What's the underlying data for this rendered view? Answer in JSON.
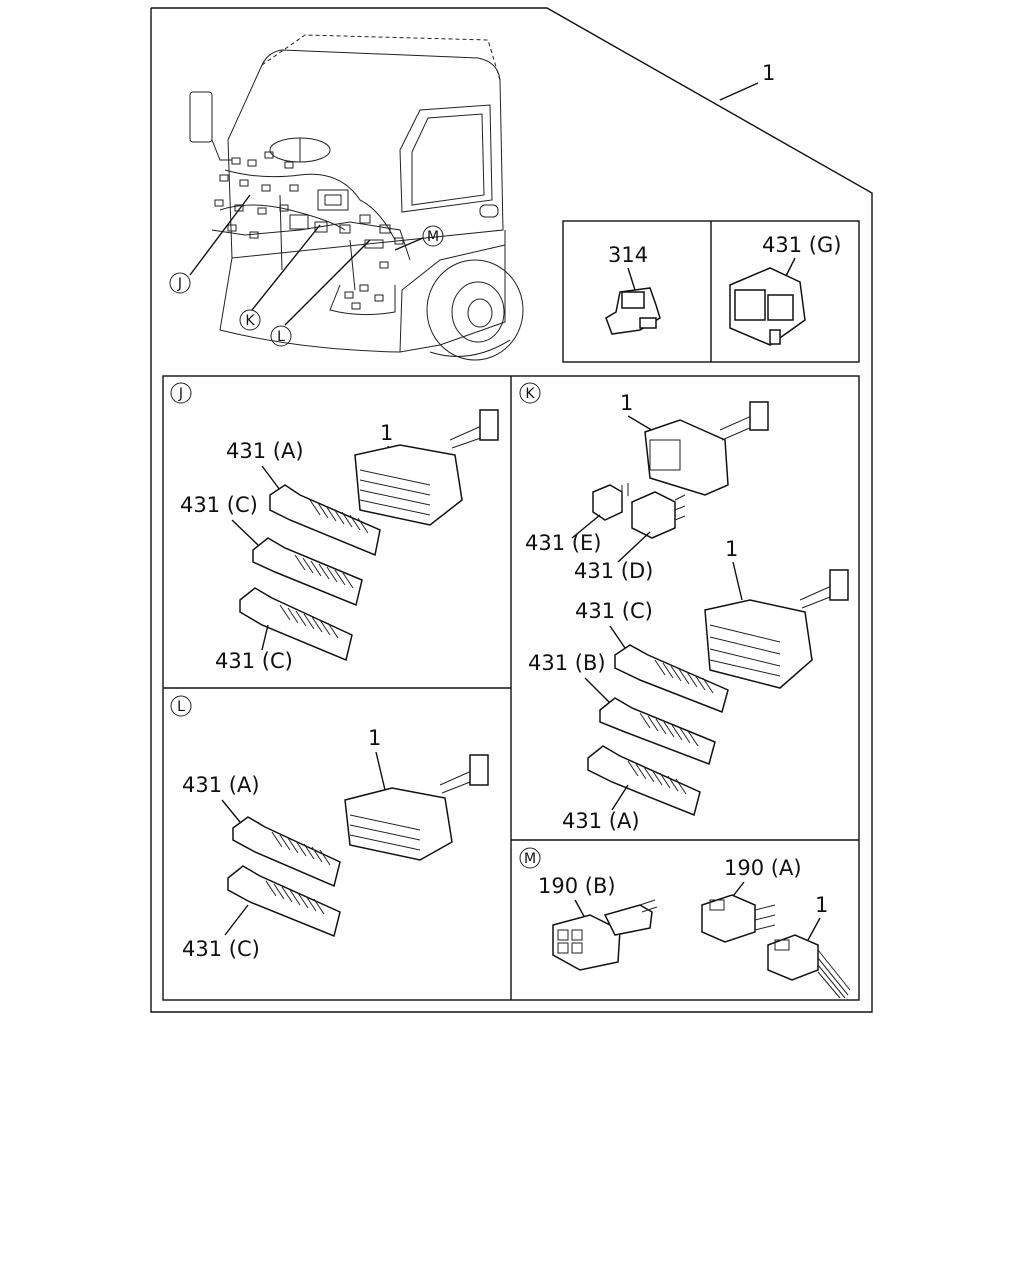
{
  "diagram": {
    "labels": {
      "main_harness": "1",
      "part_314": "314",
      "part_431g": "431 (G)"
    },
    "callouts": {
      "J": "J",
      "K": "K",
      "L": "L",
      "M": "M"
    },
    "panel_j": {
      "tag": "J",
      "harness": "1",
      "top": "431 (A)",
      "middle": "431 (C)",
      "bottom": "431 (C)"
    },
    "panel_k": {
      "tag": "K",
      "harness_top": "1",
      "part_e": "431 (E)",
      "part_d": "431 (D)",
      "harness_mid": "1",
      "part_c": "431 (C)",
      "part_b": "431 (B)",
      "part_a": "431 (A)"
    },
    "panel_l": {
      "tag": "L",
      "harness": "1",
      "top": "431 (A)",
      "bottom": "431 (C)"
    },
    "panel_m": {
      "tag": "M",
      "part_b": "190 (B)",
      "part_a": "190 (A)",
      "harness": "1"
    }
  }
}
